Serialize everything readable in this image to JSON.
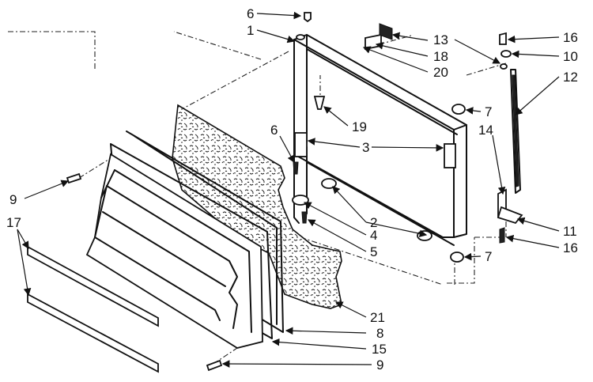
{
  "diagram": {
    "callouts": [
      "6",
      "1",
      "13",
      "18",
      "20",
      "16",
      "10",
      "12",
      "7",
      "19",
      "3",
      "6",
      "14",
      "9",
      "17",
      "2",
      "4",
      "5",
      "11",
      "16",
      "7",
      "21",
      "8",
      "15",
      "9"
    ]
  },
  "colors": {
    "ink": "#111111",
    "paper": "#ffffff"
  }
}
